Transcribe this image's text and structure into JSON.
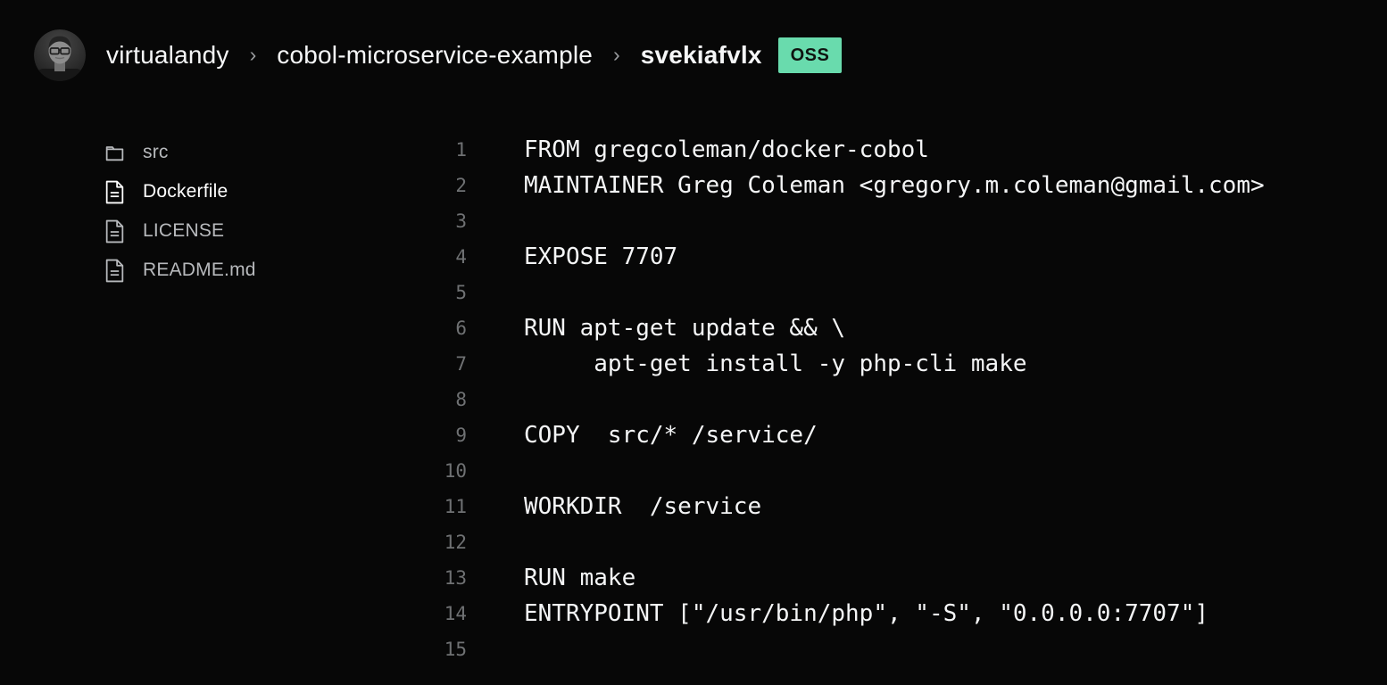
{
  "header": {
    "breadcrumb": {
      "separator": "›",
      "user": "virtualandy",
      "project": "cobol-microservice-example",
      "instance": "svekiafvlx"
    },
    "badge": "OSS"
  },
  "sidebar": {
    "files": [
      {
        "name": "src",
        "icon": "folder-icon",
        "active": false
      },
      {
        "name": "Dockerfile",
        "icon": "file-icon",
        "active": true
      },
      {
        "name": "LICENSE",
        "icon": "file-icon",
        "active": false
      },
      {
        "name": "README.md",
        "icon": "file-icon",
        "active": false
      }
    ]
  },
  "editor": {
    "lines": [
      {
        "num": "1",
        "code": "FROM gregcoleman/docker-cobol"
      },
      {
        "num": "2",
        "code": "MAINTAINER Greg Coleman <gregory.m.coleman@gmail.com>"
      },
      {
        "num": "3",
        "code": ""
      },
      {
        "num": "4",
        "code": "EXPOSE 7707"
      },
      {
        "num": "5",
        "code": ""
      },
      {
        "num": "6",
        "code": "RUN apt-get update && \\"
      },
      {
        "num": "7",
        "code": "     apt-get install -y php-cli make"
      },
      {
        "num": "8",
        "code": ""
      },
      {
        "num": "9",
        "code": "COPY  src/* /service/"
      },
      {
        "num": "10",
        "code": ""
      },
      {
        "num": "11",
        "code": "WORKDIR  /service"
      },
      {
        "num": "12",
        "code": ""
      },
      {
        "num": "13",
        "code": "RUN make"
      },
      {
        "num": "14",
        "code": "ENTRYPOINT [\"/usr/bin/php\", \"-S\", \"0.0.0.0:7707\"]"
      },
      {
        "num": "15",
        "code": ""
      }
    ]
  },
  "colors": {
    "background": "#070707",
    "badge_bg": "#69dbad",
    "badge_fg": "#0f1410",
    "breadcrumb_text": "#f5f6f7",
    "breadcrumb_separator": "#9b9da0",
    "sidebar_text": "#b7b9bc",
    "sidebar_active_text": "#ffffff",
    "line_number": "#6f7173",
    "code_text": "#f4f5f6"
  }
}
